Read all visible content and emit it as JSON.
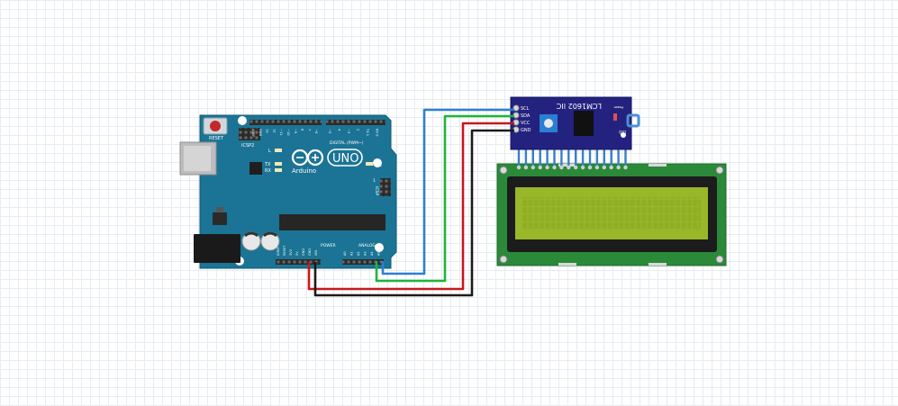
{
  "arduino": {
    "model": "UNO",
    "brand": "Arduino",
    "reset_label": "RESET",
    "icsp2_label": "ICSP2",
    "icsp_label": "ICSP",
    "on_label": "ON",
    "led_l": "L",
    "led_tx": "TX",
    "led_rx": "RX",
    "digital_label": "DIGITAL (PWM~)",
    "power_label": "POWER",
    "analog_label": "ANALOG IN",
    "pin_1": "1",
    "digital_pins": [
      "AREF",
      "GND",
      "13",
      "12",
      "~11",
      "~10",
      "~9",
      "8",
      "7",
      "~6",
      "~5",
      "4",
      "~3",
      "2",
      "TX 1",
      "RX 0"
    ],
    "power_pins": [
      "IOREF",
      "RESET",
      "3V3",
      "5V",
      "GND",
      "GND",
      "VIN"
    ],
    "analog_pins": [
      "A0",
      "A1",
      "A2",
      "A3",
      "A4",
      "A5"
    ]
  },
  "i2c_module": {
    "title": "LCM1602 IIC",
    "pins": [
      "SCL",
      "SDA",
      "VCC",
      "GND"
    ],
    "power_label": "Power",
    "led_label": "LED"
  },
  "wires": [
    {
      "signal": "SCL",
      "color": "#2d7fd1"
    },
    {
      "signal": "SDA",
      "color": "#1fb53a"
    },
    {
      "signal": "VCC",
      "color": "#c8171b"
    },
    {
      "signal": "GND",
      "color": "#1b1b1b"
    }
  ],
  "colors": {
    "arduino_board": "#1b7495",
    "i2c_board": "#24227f",
    "lcd_pcb": "#2a8a3a",
    "lcd_screen": "#98b82a"
  }
}
